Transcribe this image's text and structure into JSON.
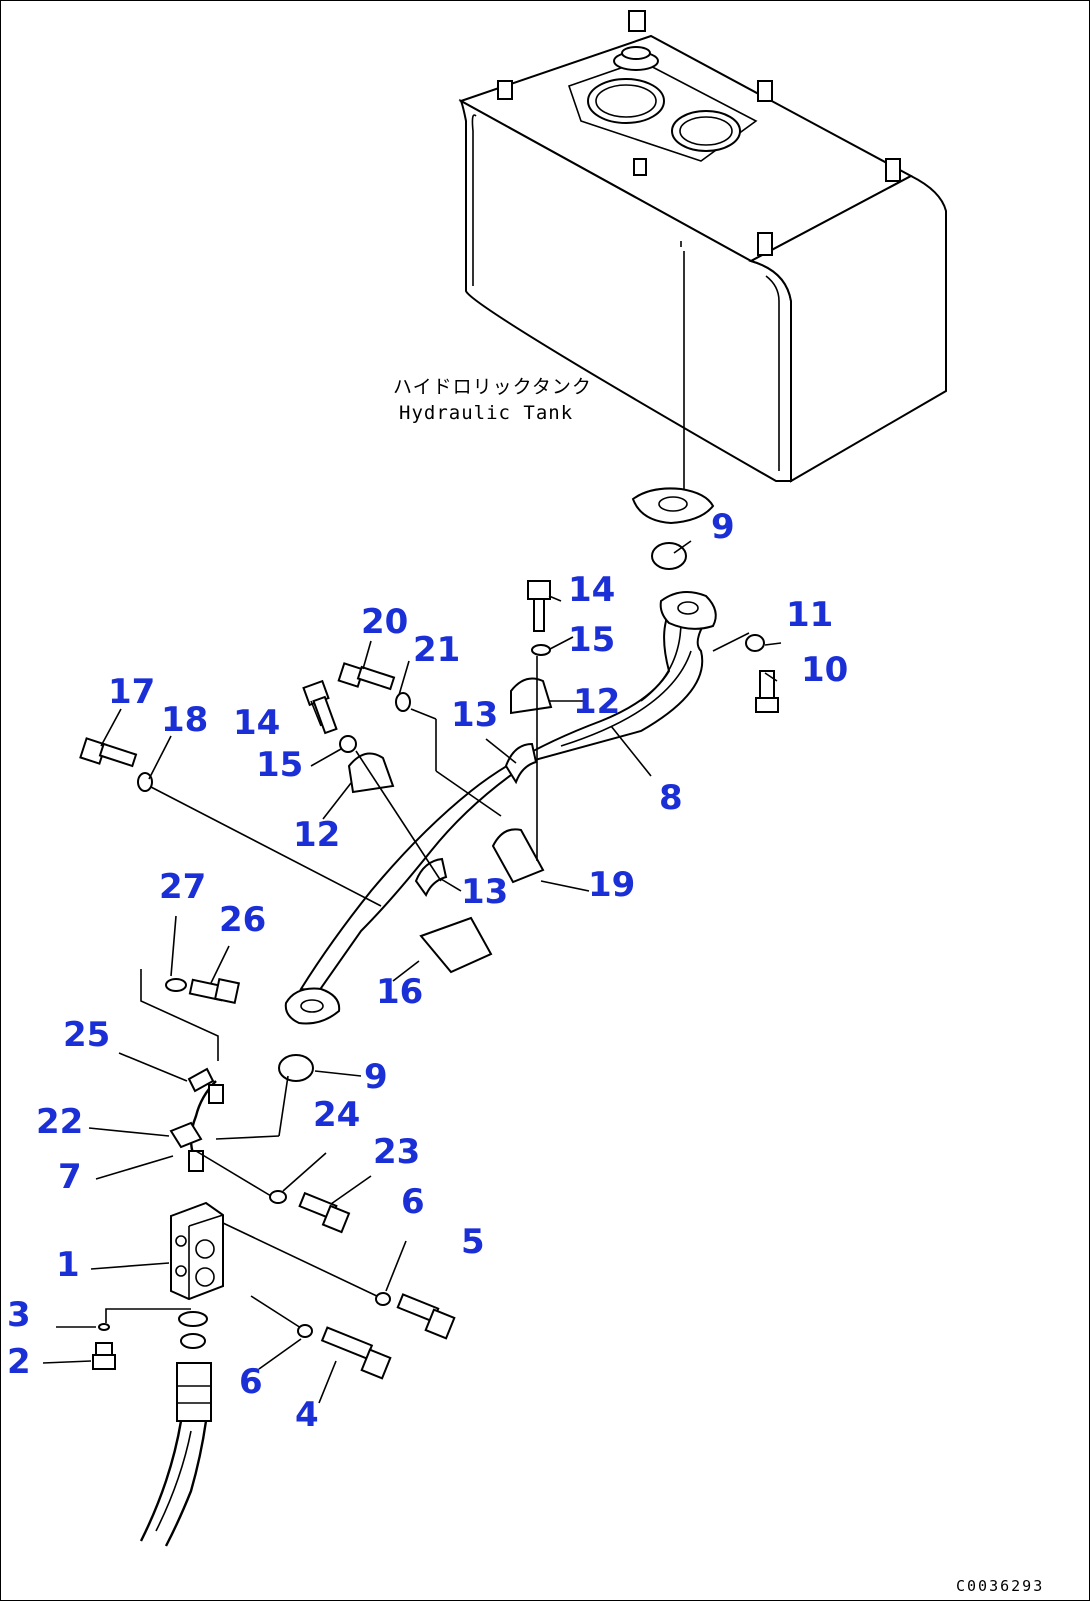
{
  "diagram": {
    "tank_label_jp": "ハイドロリックタンク",
    "tank_label_en": "Hydraulic Tank",
    "drawing_code": "C0036293",
    "callouts": [
      {
        "id": "c1",
        "text": "1"
      },
      {
        "id": "c2",
        "text": "2"
      },
      {
        "id": "c3",
        "text": "3"
      },
      {
        "id": "c4",
        "text": "4"
      },
      {
        "id": "c5",
        "text": "5"
      },
      {
        "id": "c6a",
        "text": "6"
      },
      {
        "id": "c6b",
        "text": "6"
      },
      {
        "id": "c7",
        "text": "7"
      },
      {
        "id": "c8",
        "text": "8"
      },
      {
        "id": "c9a",
        "text": "9"
      },
      {
        "id": "c9b",
        "text": "9"
      },
      {
        "id": "c10",
        "text": "10"
      },
      {
        "id": "c11",
        "text": "11"
      },
      {
        "id": "c12a",
        "text": "12"
      },
      {
        "id": "c12b",
        "text": "12"
      },
      {
        "id": "c13a",
        "text": "13"
      },
      {
        "id": "c13b",
        "text": "13"
      },
      {
        "id": "c14a",
        "text": "14"
      },
      {
        "id": "c14b",
        "text": "14"
      },
      {
        "id": "c15a",
        "text": "15"
      },
      {
        "id": "c15b",
        "text": "15"
      },
      {
        "id": "c16",
        "text": "16"
      },
      {
        "id": "c17",
        "text": "17"
      },
      {
        "id": "c18",
        "text": "18"
      },
      {
        "id": "c19",
        "text": "19"
      },
      {
        "id": "c20",
        "text": "20"
      },
      {
        "id": "c21",
        "text": "21"
      },
      {
        "id": "c22",
        "text": "22"
      },
      {
        "id": "c23",
        "text": "23"
      },
      {
        "id": "c24",
        "text": "24"
      },
      {
        "id": "c25",
        "text": "25"
      },
      {
        "id": "c26",
        "text": "26"
      },
      {
        "id": "c27",
        "text": "27"
      }
    ]
  }
}
